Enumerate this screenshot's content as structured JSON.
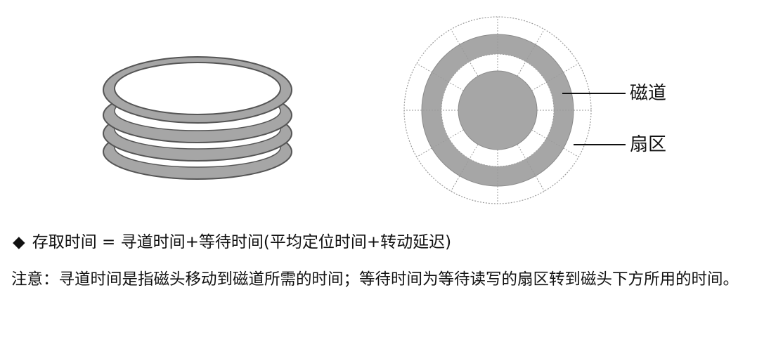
{
  "labels": {
    "track": "磁道",
    "sector": "扇区"
  },
  "formula": {
    "bullet": "◆",
    "text": "存取时间 = 寻道时间+等待时间(平均定位时间+转动延迟)"
  },
  "note": {
    "text": "注意：寻道时间是指磁头移动到磁道所需的时间；等待时间为等待读写的扇区转到磁头下方所用的时间。"
  },
  "colors": {
    "ring_fill": "#a6a6a6",
    "ring_stroke": "#555555",
    "dotted": "#9a9a9a",
    "text": "#111111"
  }
}
